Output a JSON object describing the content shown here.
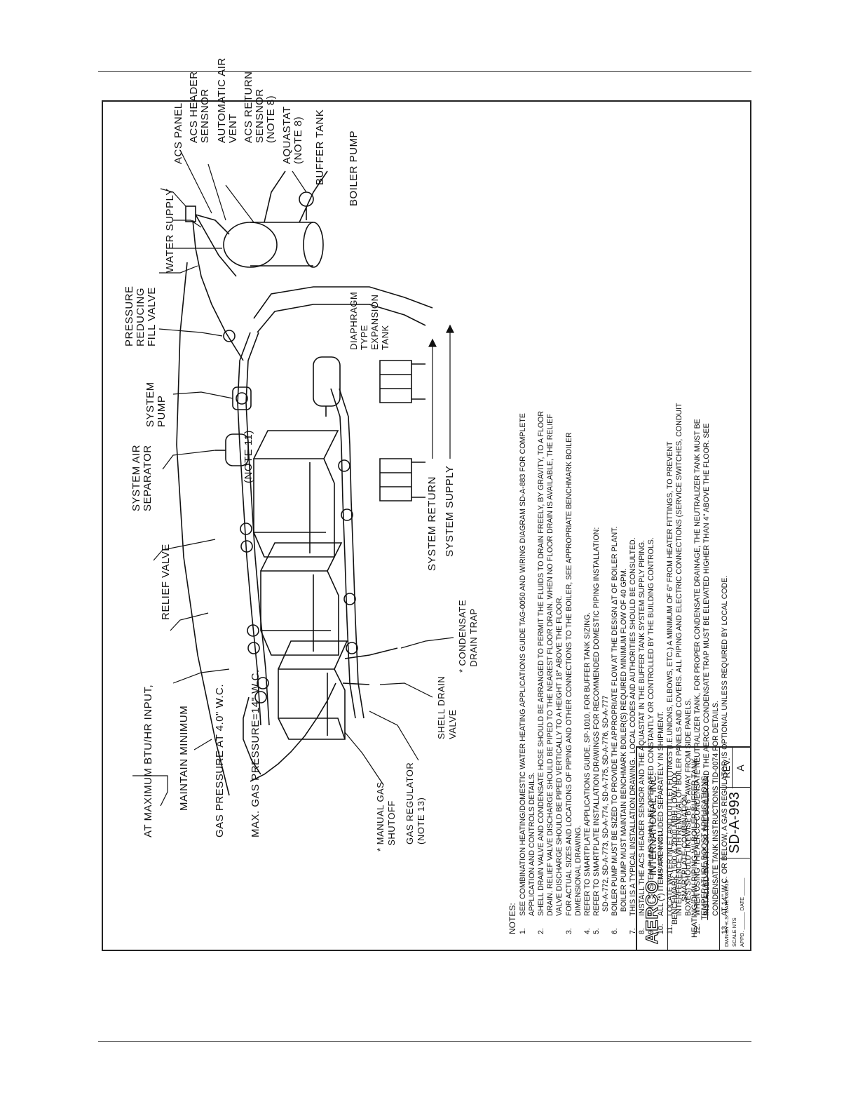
{
  "labels": {
    "gas_note": [
      "AT MAXIMUM BTU/HR INPUT,",
      "MAINTAIN MINIMUM",
      "GAS PRESSURE AT 4.0\" W.C.",
      "MAX. GAS PRESSURE=14\" W.C."
    ],
    "relief_valve": "RELIEF VALVE",
    "system_air_separator": "SYSTEM AIR\nSEPARATOR",
    "system_pump": "SYSTEM\nPUMP",
    "pressure_reducing_fill_valve": "PRESSURE\nREDUCING\nFILL VALVE",
    "water_supply": "WATER SUPPLY",
    "acs_panel": "ACS PANEL",
    "acs_header_sensor": "ACS HEADER\nSENSNOR",
    "automatic_air_vent": "AUTOMATIC AIR\nVENT",
    "acs_return_sensor": "ACS RETURN\nSENSNOR\n(NOTE 8)",
    "aquastat": "AQUASTAT\n(NOTE 8)",
    "buffer_tank": "BUFFER TANK",
    "boiler_pump": "BOILER PUMP",
    "note_11": "(NOTE 11)",
    "diaphragm_tank": "DIAPHRAGM\nTYPE\nEXPANSION\nTANK",
    "manual_gas_shutoff": "* MANUAL GAS\n  SHUTOFF",
    "gas_regulator": "GAS REGULATOR\n(NOTE 13)",
    "shell_drain_valve": "SHELL DRAIN\nVALVE",
    "condensate_drain_trap": "* CONDENSATE\n  DRAIN TRAP",
    "system_return": "SYSTEM RETURN",
    "system_supply": "SYSTEM SUPPLY"
  },
  "notes": {
    "heading": "NOTES:",
    "items": [
      {
        "num": "1.",
        "text": "SEE COMBINATION HEATING/DOMESTIC WATER HEATING APPLICATIONS GUIDE TAG-0050 AND WIRING DIAGRAM SD-A-883 FOR COMPLETE\nAPPLICATION AND CONTROLS DETAILS."
      },
      {
        "num": "2.",
        "text": "SHELL DRAIN VALVE AND CONDENSATE HOSE SHOULD BE ARRANGED TO PERMIT THE FLUIDS TO DRAIN FREELY, BY GRAVITY, TO A FLOOR\nDRAIN. RELIEF VALVE DISCHARGE SHOULD BE PIPED TO THE NEAREST FLOOR DRAIN. WHEN NO FLOOR DRAIN IS AVAILABLE, THE RELIEF\nVALVE DISCHARGE SHOULD BE PIPED VERTICALLY TO A HEIGHT 18\" ABOVE THE FLOOR."
      },
      {
        "num": "3.",
        "text": "FOR ACTUAL SIZES AND LOCATIONS OF PIPING AND OTHER CONNECTIONS TO THE BOILER, SEE APPROPRIATE BENCHMARK BOILER\nDIMENSIONAL DRAWING."
      },
      {
        "num": "4.",
        "text": "REFER TO SMARTPLATE APPLICATIONS GUIDE, SP-1010, FOR BUFFER TANK SIZING."
      },
      {
        "num": "5.",
        "text": "REFER TO SMARTPLATE INSTALLATION DRAWINGS FOR RECOMMENDED DOMESTIC PIPING INSTALLATION:\n  SD-A-772, SD-A-773, SD-A-774, SD-A-775, SD-A-776, SD-A-777"
      },
      {
        "num": "6.",
        "text": "BOILER PUMP MUST BE SIZED TO PROVIDE THE APPROPRIATE FLOW AT THE DESIGN ΔT OF BOILER PLANT.\n  BOILER PUMP MUST MAINTAIN BENCHMARK BOILER(S) REQUIRED MINIMUM FLOW OF 40 GPM."
      },
      {
        "num": "7.",
        "text": "THIS IS A TYPICAL INSTALLATION DRAWING.  LOCAL CODES AND AUTHORITIES SHOULD BE CONSULTED."
      },
      {
        "num": "8.",
        "text": "INSTALL THE ACS HEADER SENSOR AND THE AQUASTAT IN THE BUFFER TANK SYSTEM SUPPLY PIPING."
      },
      {
        "num": "9.",
        "text": "THE SYSTEM PUMP SHALL BE OPERATED CONSTANTLY OR CONTROLLED BY THE BUILDING CONTROLS."
      },
      {
        "num": "10.",
        "text": "ALL (*) ITEMS ARE INCLUDED SEPARATELY IN SHIPMENT."
      },
      {
        "num": "11.",
        "text": "LOCATE WATER INLET AND OUTLET FITTINGS (i.e.UNIONS, ELBOWS, ETC.) A MINIMUM OF 6\" FROM HEATER FITTINGS, TO PREVENT\nINTERFERENCE WITH REMOVAL OF BOILER PANELS AND COVERS. ALL PIPING AND ELECTRIC CONNECTIONS (SERVICE SWITCHES, CONDUIT\nBOXES) SHOULD LIKEWISE BE 6\" AWAY FROM SIDE PANELS."
      },
      {
        "num": "12.",
        "text": "WHEN USING THE AERCO CONDENSATE NEUTRALIZER TANK, FOR PROPER CONDENSATE DRAINAGE, THE NEUTRALIZER TANK MUST BE\nINSTALLED IN A PIT OR THE BOILER AND THE AERCO CONDENSATE TRAP MUST BE ELEVATED HIGHER THAN 4\" ABOVE THE FLOOR. SEE\nCONDENSATE TANK INSTRUCTIONS TID-0074 FOR DETAILS."
      },
      {
        "num": "13.",
        "text": "AT 14\" W.C. OR BELOW, A GAS REGULATOR IS OPTIONAL UNLESS REQUIRED BY LOCAL CODE."
      }
    ]
  },
  "title_block": {
    "brand": "AERCO",
    "company": "INTERNATIONAL, INC.",
    "address": "Blauvelt, NY 10913",
    "title_lines": [
      "BENCHMARK 1500 & 2000 MBH LOW NOx",
      "SMARTPLATE-COMBINATION",
      "HEATING/DHW PIPING W/ BOILER BUFFER TANK"
    ],
    "title_underlined": "TEMPERATURE BOOST APPLICATIONS",
    "drawn_by": "DWN.BY  K.S.  DATE 081913",
    "scale": "SCALE  NTS",
    "approved": "APPD. ______ DATE ______",
    "drawing_number": "SD-A-993",
    "rev_label": "REV.",
    "rev_value": "A"
  }
}
